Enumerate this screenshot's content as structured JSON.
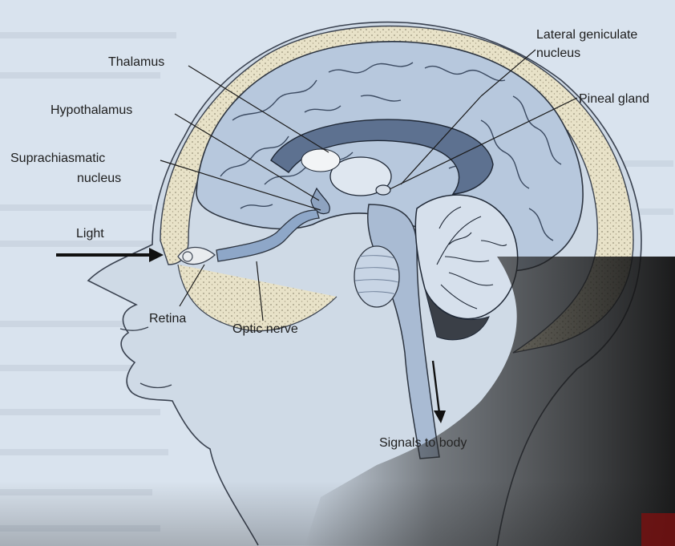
{
  "labels": {
    "thalamus": "Thalamus",
    "hypothalamus": "Hypothalamus",
    "suprachiasmatic_1": "Suprachiasmatic",
    "suprachiasmatic_2": "nucleus",
    "lateral_geniculate_1": "Lateral geniculate",
    "lateral_geniculate_2": "nucleus",
    "pineal_gland": "Pineal gland",
    "light": "Light",
    "retina": "Retina",
    "optic_nerve": "Optic nerve",
    "signals_to_body": "Signals to body"
  },
  "colors": {
    "page": "#d9e3ee",
    "brain_fill": "#b7c8dd",
    "brain_dark": "#5d7190",
    "outline": "#2c3440",
    "skull": "#e6e2cf",
    "shadow": "#1a1a1a"
  }
}
